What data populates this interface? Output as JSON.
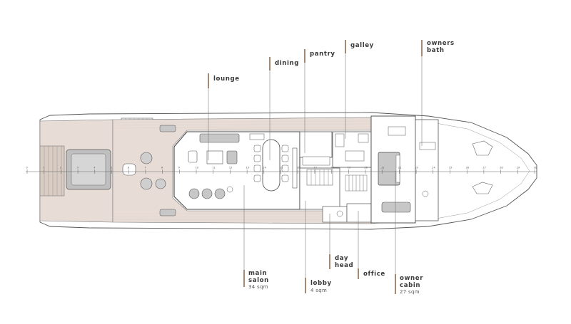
{
  "colors": {
    "deck": "#e8ddd6",
    "leader": "#9a7d62",
    "line": "#555555",
    "furniture": "#c7c7c7"
  },
  "labels": {
    "lounge": "lounge",
    "dining": "dining",
    "pantry": "pantry",
    "galley": "galley",
    "owners_bath_1": "owners",
    "owners_bath_2": "bath",
    "main_salon_1": "main",
    "main_salon_2": "salon",
    "main_salon_area": "34 sqm",
    "lobby": "lobby",
    "lobby_area": "4 sqm",
    "day_head_1": "day",
    "day_head_2": "head",
    "office": "office",
    "owner_cabin_1": "owner",
    "owner_cabin_2": "cabin",
    "owner_cabin_area": "27 sqm"
  },
  "frame_numbers": [
    "0",
    "1",
    "2",
    "3",
    "4",
    "5",
    "6",
    "7",
    "8",
    "9",
    "10",
    "11",
    "12",
    "13",
    "14",
    "15",
    "16",
    "17",
    "18",
    "19",
    "20",
    "21",
    "22",
    "23",
    "24",
    "25",
    "26",
    "27",
    "28",
    "29",
    "30"
  ]
}
